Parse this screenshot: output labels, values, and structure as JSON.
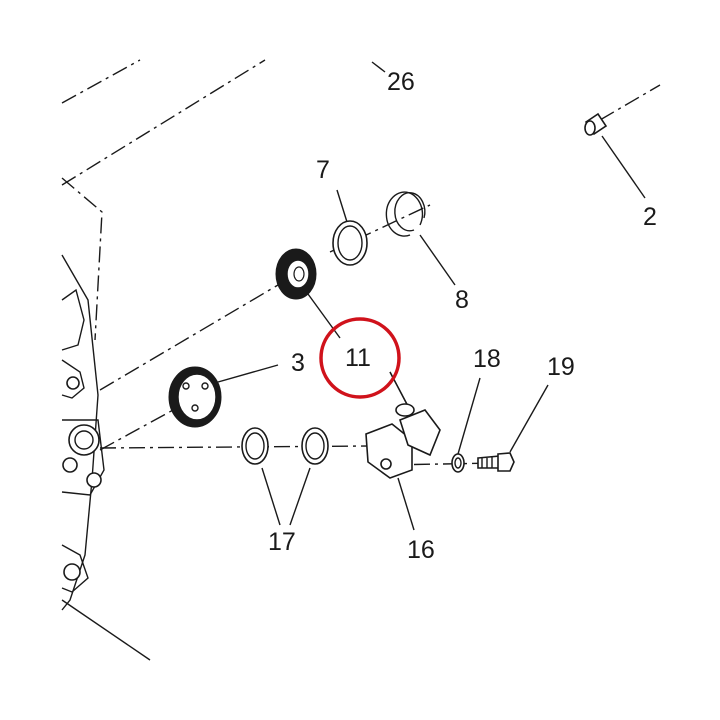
{
  "diagram": {
    "callouts": {
      "p2": "2",
      "p3": "3",
      "p7": "7",
      "p8": "8",
      "p11": "11",
      "p16": "16",
      "p17": "17",
      "p18": "18",
      "p19": "19",
      "p26": "26"
    },
    "highlighted_part": "11",
    "highlight_color": "#d0121b",
    "line_color": "#1a1a1a"
  }
}
